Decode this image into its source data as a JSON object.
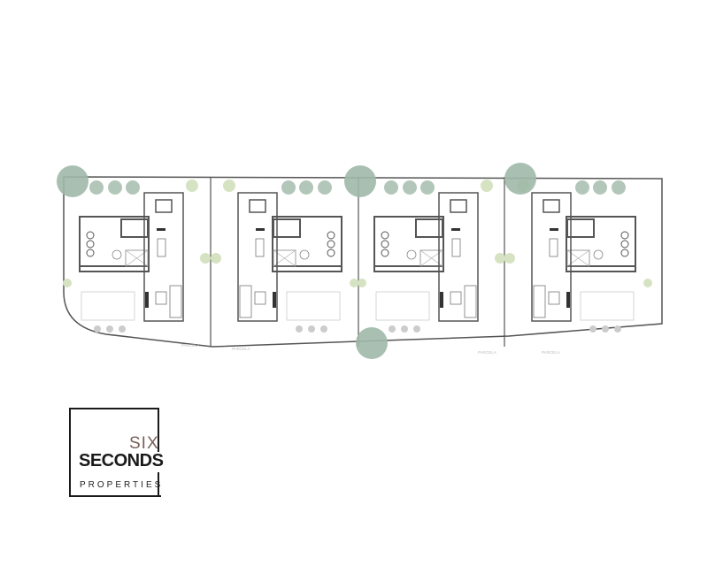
{
  "logo": {
    "six": "SIX",
    "seconds": "SECONDS",
    "properties": "PROPERTIES"
  },
  "parcels": [
    {
      "label": "PARCELA"
    },
    {
      "label": "PARCELA"
    },
    {
      "label": "PARCELA"
    },
    {
      "label": "PARCELA"
    }
  ],
  "colors": {
    "lines": "#555555",
    "trees": "#9fb8a8",
    "shrubs": "#d6e3c2",
    "logo_accent": "#7a5f58"
  }
}
